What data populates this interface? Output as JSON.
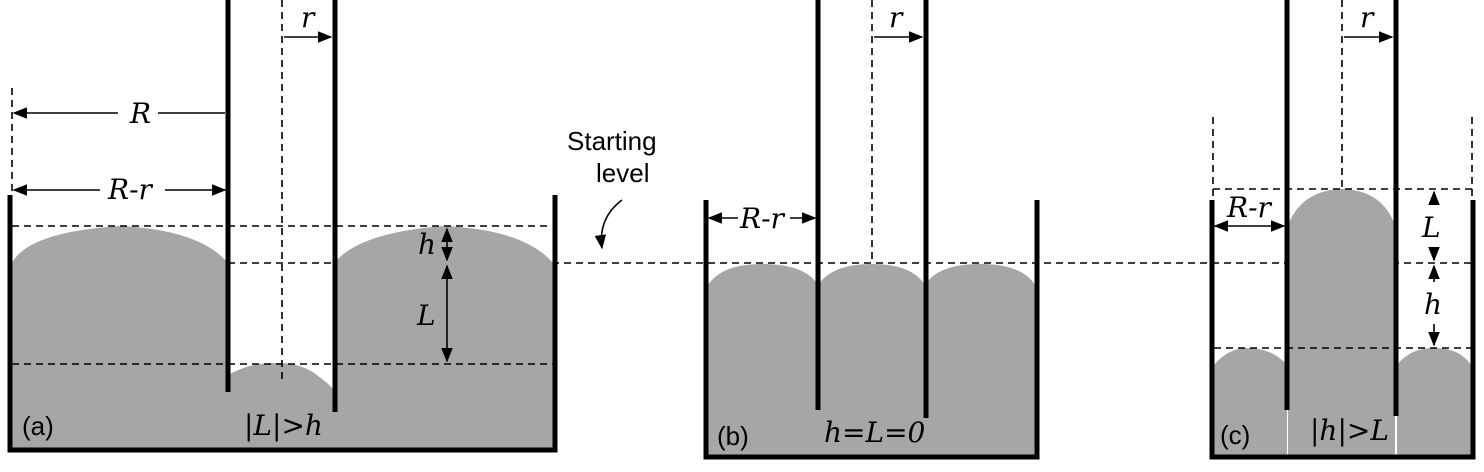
{
  "annotation": {
    "starting_level_line1": "Starting",
    "starting_level_line2": "level"
  },
  "panel_a": {
    "label": "(a)",
    "condition": "|L|>h",
    "r_label": "r",
    "R_label": "R",
    "Rr_label": "R-r",
    "h_label": "h",
    "L_label": "L"
  },
  "panel_b": {
    "label": "(b)",
    "condition": "h=L=0",
    "r_label": "r",
    "Rr_label": "R-r"
  },
  "panel_c": {
    "label": "(c)",
    "condition": "|h|>L",
    "r_label": "r",
    "Rr_label": "R-r",
    "L_label": "L",
    "h_label": "h"
  },
  "colors": {
    "liquid": "#a6a6a6",
    "lines": "#000000"
  }
}
